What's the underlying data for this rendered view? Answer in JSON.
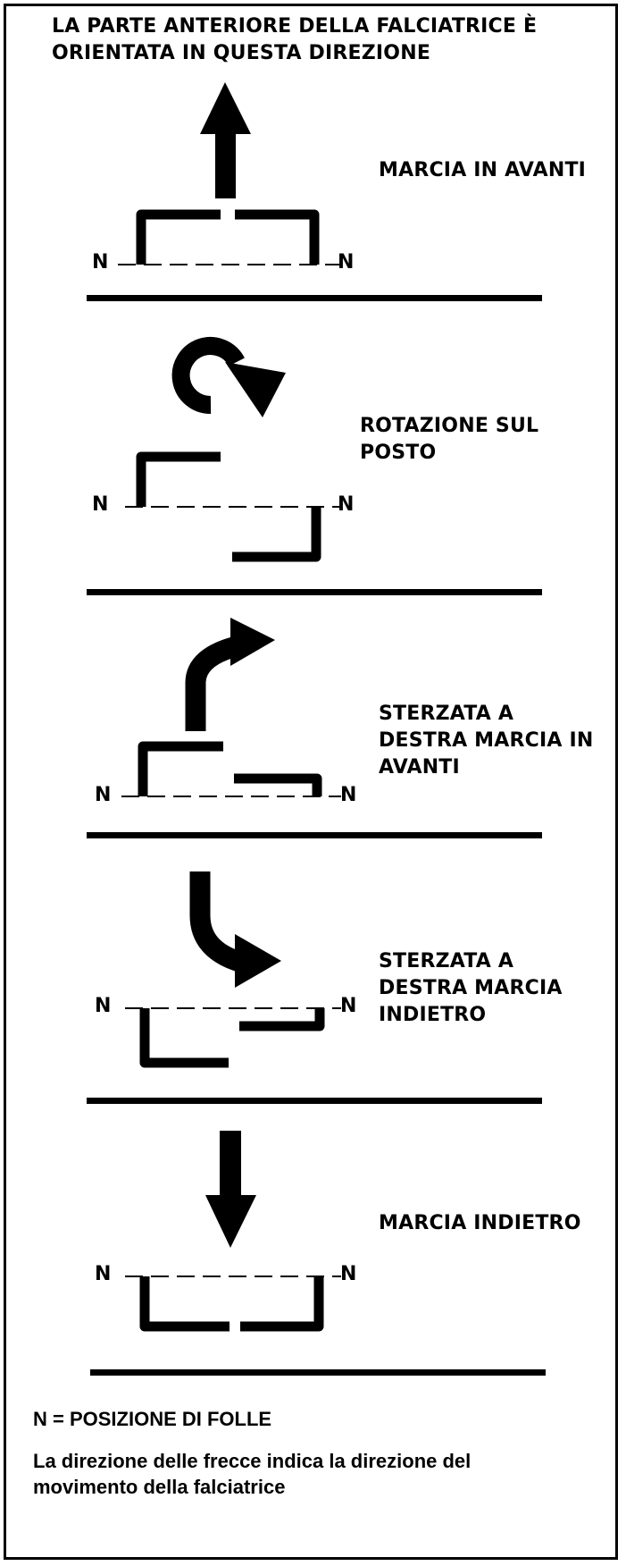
{
  "header": {
    "line1": "LA PARTE ANTERIORE DELLA FALCIATRICE È",
    "line2": "ORIENTATA IN QUESTA DIREZIONE"
  },
  "sections": [
    {
      "label_lines": [
        "MARCIA IN AVANTI"
      ],
      "neutral_left": "N",
      "neutral_right": "N"
    },
    {
      "label_lines": [
        "ROTAZIONE SUL",
        "POSTO"
      ],
      "neutral_left": "N",
      "neutral_right": "N"
    },
    {
      "label_lines": [
        "STERZATA A",
        "DESTRA MARCIA IN",
        "AVANTI"
      ],
      "neutral_left": "N",
      "neutral_right": "N"
    },
    {
      "label_lines": [
        "STERZATA A",
        "DESTRA MARCIA",
        "INDIETRO"
      ],
      "neutral_left": "N",
      "neutral_right": "N"
    },
    {
      "label_lines": [
        "MARCIA INDIETRO"
      ],
      "neutral_left": "N",
      "neutral_right": "N"
    }
  ],
  "footer": {
    "legend": "N = POSIZIONE DI FOLLE",
    "note_line1": "La direzione delle frecce indica la direzione del",
    "note_line2": "movimento della falciatrice"
  },
  "colors": {
    "ink": "#000000",
    "background": "#ffffff"
  }
}
